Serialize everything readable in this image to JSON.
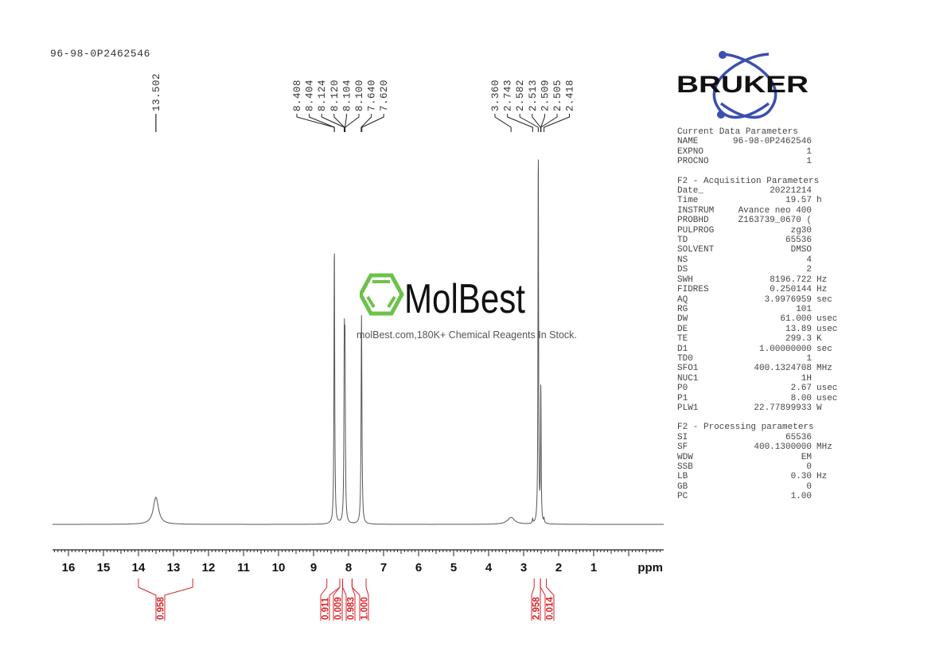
{
  "header": {
    "sample_title": "96-98-0P2462546"
  },
  "watermark": {
    "brand": "MolBest",
    "tagline": "molBest.com,180K+ Chemical Reagents In Stock."
  },
  "bruker_logo": {
    "text": "BRUKER",
    "accent_color": "#3b4fb0"
  },
  "parameters": {
    "current": {
      "title": "Current Data Parameters",
      "rows": [
        {
          "key": "NAME",
          "value": "96-98-0P2462546",
          "unit": ""
        },
        {
          "key": "EXPNO",
          "value": "1",
          "unit": ""
        },
        {
          "key": "PROCNO",
          "value": "1",
          "unit": ""
        }
      ]
    },
    "acquisition": {
      "title": "F2 - Acquisition Parameters",
      "rows": [
        {
          "key": "Date_",
          "value": "20221214",
          "unit": ""
        },
        {
          "key": "Time",
          "value": "19.57",
          "unit": "h"
        },
        {
          "key": "INSTRUM",
          "value": "Avance neo 400",
          "unit": ""
        },
        {
          "key": "PROBHD",
          "value": "Z163739_0670 (",
          "unit": ""
        },
        {
          "key": "PULPROG",
          "value": "zg30",
          "unit": ""
        },
        {
          "key": "TD",
          "value": "65536",
          "unit": ""
        },
        {
          "key": "SOLVENT",
          "value": "DMSO",
          "unit": ""
        },
        {
          "key": "NS",
          "value": "4",
          "unit": ""
        },
        {
          "key": "DS",
          "value": "2",
          "unit": ""
        },
        {
          "key": "SWH",
          "value": "8196.722",
          "unit": "Hz"
        },
        {
          "key": "FIDRES",
          "value": "0.250144",
          "unit": "Hz"
        },
        {
          "key": "AQ",
          "value": "3.9976959",
          "unit": "sec"
        },
        {
          "key": "RG",
          "value": "101",
          "unit": ""
        },
        {
          "key": "DW",
          "value": "61.000",
          "unit": "usec"
        },
        {
          "key": "DE",
          "value": "13.89",
          "unit": "usec"
        },
        {
          "key": "TE",
          "value": "299.3",
          "unit": "K"
        },
        {
          "key": "D1",
          "value": "1.00000000",
          "unit": "sec"
        },
        {
          "key": "TD0",
          "value": "1",
          "unit": ""
        },
        {
          "key": "SFO1",
          "value": "400.1324708",
          "unit": "MHz"
        },
        {
          "key": "NUC1",
          "value": "1H",
          "unit": ""
        },
        {
          "key": "P0",
          "value": "2.67",
          "unit": "usec"
        },
        {
          "key": "P1",
          "value": "8.00",
          "unit": "usec"
        },
        {
          "key": "PLW1",
          "value": "22.77899933",
          "unit": "W"
        }
      ]
    },
    "processing": {
      "title": "F2 - Processing parameters",
      "rows": [
        {
          "key": "SI",
          "value": "65536",
          "unit": ""
        },
        {
          "key": "SF",
          "value": "400.1300000",
          "unit": "MHz"
        },
        {
          "key": "WDW",
          "value": "EM",
          "unit": ""
        },
        {
          "key": "SSB",
          "value": "0",
          "unit": ""
        },
        {
          "key": "LB",
          "value": "0.30",
          "unit": "Hz"
        },
        {
          "key": "GB",
          "value": "0",
          "unit": ""
        },
        {
          "key": "PC",
          "value": "1.00",
          "unit": ""
        }
      ]
    }
  },
  "chart_data": {
    "type": "line",
    "title": "96-98-0P2462546",
    "xlabel": "ppm",
    "ylabel": "",
    "xlim": [
      16.4,
      -0.9
    ],
    "x_reversed": true,
    "grid": false,
    "x_ticks": [
      16,
      15,
      14,
      13,
      12,
      11,
      10,
      9,
      8,
      7,
      6,
      5,
      4,
      3,
      2,
      1
    ],
    "peak_labels": {
      "group1": [
        "13.502"
      ],
      "group2": [
        "8.408",
        "8.404",
        "8.124",
        "8.120",
        "8.104",
        "8.100",
        "7.640",
        "7.620"
      ],
      "group3": [
        "3.360",
        "2.743",
        "2.582",
        "2.513",
        "2.509",
        "2.505",
        "2.418"
      ]
    },
    "peaks": [
      {
        "ppm": 13.502,
        "rel_height": 0.07,
        "width": 0.09
      },
      {
        "ppm": 8.406,
        "rel_height": 0.73,
        "width": 0.012
      },
      {
        "ppm": 8.122,
        "rel_height": 0.42,
        "width": 0.012
      },
      {
        "ppm": 8.102,
        "rel_height": 0.4,
        "width": 0.012
      },
      {
        "ppm": 7.63,
        "rel_height": 0.54,
        "width": 0.014
      },
      {
        "ppm": 3.36,
        "rel_height": 0.018,
        "width": 0.12
      },
      {
        "ppm": 2.743,
        "rel_height": 0.012,
        "width": 0.01
      },
      {
        "ppm": 2.582,
        "rel_height": 0.99,
        "width": 0.01
      },
      {
        "ppm": 2.509,
        "rel_height": 0.36,
        "width": 0.01
      },
      {
        "ppm": 2.418,
        "rel_height": 0.01,
        "width": 0.01
      }
    ],
    "integrals": [
      {
        "from": 14.0,
        "to": 12.45,
        "value": "0.958"
      },
      {
        "from": 8.62,
        "to": 8.25,
        "value": "0.911"
      },
      {
        "from": 8.25,
        "to": 8.17,
        "value": "0.009"
      },
      {
        "from": 8.17,
        "to": 7.9,
        "value": "0.983"
      },
      {
        "from": 7.9,
        "to": 7.5,
        "value": "1.000"
      },
      {
        "from": 2.7,
        "to": 2.52,
        "value": "2.958"
      },
      {
        "from": 2.52,
        "to": 2.35,
        "value": "0.014"
      }
    ],
    "colors": {
      "spectrum": "#555555",
      "integral": "#d8232a",
      "axis": "#222222"
    }
  }
}
